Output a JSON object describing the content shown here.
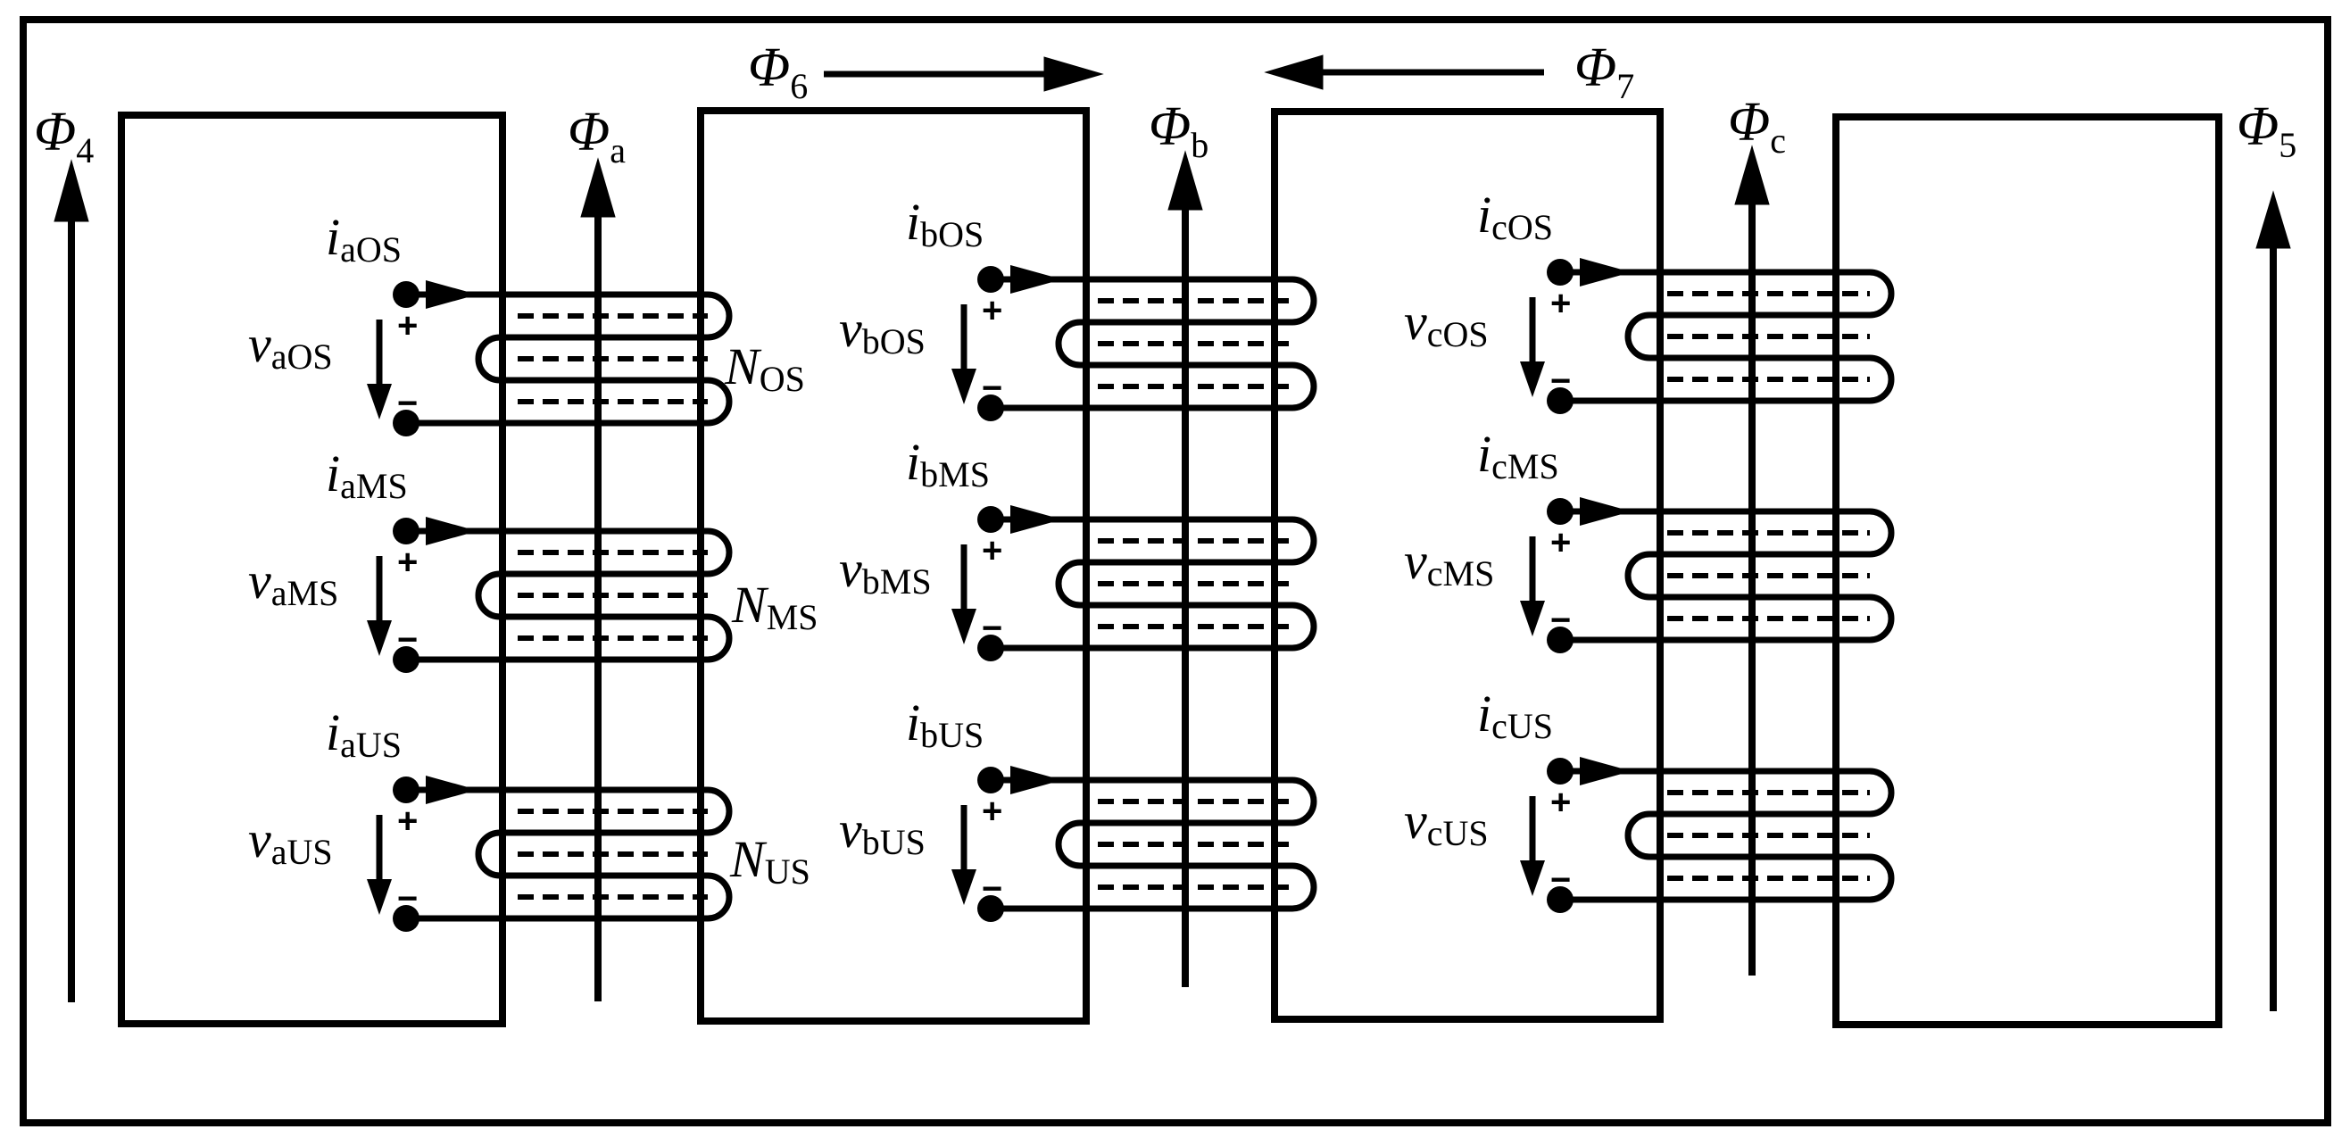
{
  "fluxes": {
    "phi4": {
      "sym": "Φ",
      "sub": "4"
    },
    "phi5": {
      "sym": "Φ",
      "sub": "5"
    },
    "phi6": {
      "sym": "Φ",
      "sub": "6"
    },
    "phi7": {
      "sym": "Φ",
      "sub": "7"
    },
    "phia": {
      "sym": "Φ",
      "sub": "a"
    },
    "phib": {
      "sym": "Φ",
      "sub": "b"
    },
    "phic": {
      "sym": "Φ",
      "sub": "c"
    }
  },
  "turns": {
    "os": {
      "sym": "N",
      "sub": "OS"
    },
    "ms": {
      "sym": "N",
      "sub": "MS"
    },
    "us": {
      "sym": "N",
      "sub": "US"
    }
  },
  "polarity": {
    "plus": "+",
    "minus": "−"
  },
  "phases": [
    {
      "id": "a",
      "windings": [
        {
          "i": {
            "sym": "i",
            "sub": "aOS"
          },
          "v": {
            "sym": "v",
            "sub": "aOS"
          }
        },
        {
          "i": {
            "sym": "i",
            "sub": "aMS"
          },
          "v": {
            "sym": "v",
            "sub": "aMS"
          }
        },
        {
          "i": {
            "sym": "i",
            "sub": "aUS"
          },
          "v": {
            "sym": "v",
            "sub": "aUS"
          }
        }
      ]
    },
    {
      "id": "b",
      "windings": [
        {
          "i": {
            "sym": "i",
            "sub": "bOS"
          },
          "v": {
            "sym": "v",
            "sub": "bOS"
          }
        },
        {
          "i": {
            "sym": "i",
            "sub": "bMS"
          },
          "v": {
            "sym": "v",
            "sub": "bMS"
          }
        },
        {
          "i": {
            "sym": "i",
            "sub": "bUS"
          },
          "v": {
            "sym": "v",
            "sub": "bUS"
          }
        }
      ]
    },
    {
      "id": "c",
      "windings": [
        {
          "i": {
            "sym": "i",
            "sub": "cOS"
          },
          "v": {
            "sym": "v",
            "sub": "cOS"
          }
        },
        {
          "i": {
            "sym": "i",
            "sub": "cMS"
          },
          "v": {
            "sym": "v",
            "sub": "cMS"
          }
        },
        {
          "i": {
            "sym": "i",
            "sub": "cUS"
          },
          "v": {
            "sym": "v",
            "sub": "cUS"
          }
        }
      ]
    }
  ]
}
